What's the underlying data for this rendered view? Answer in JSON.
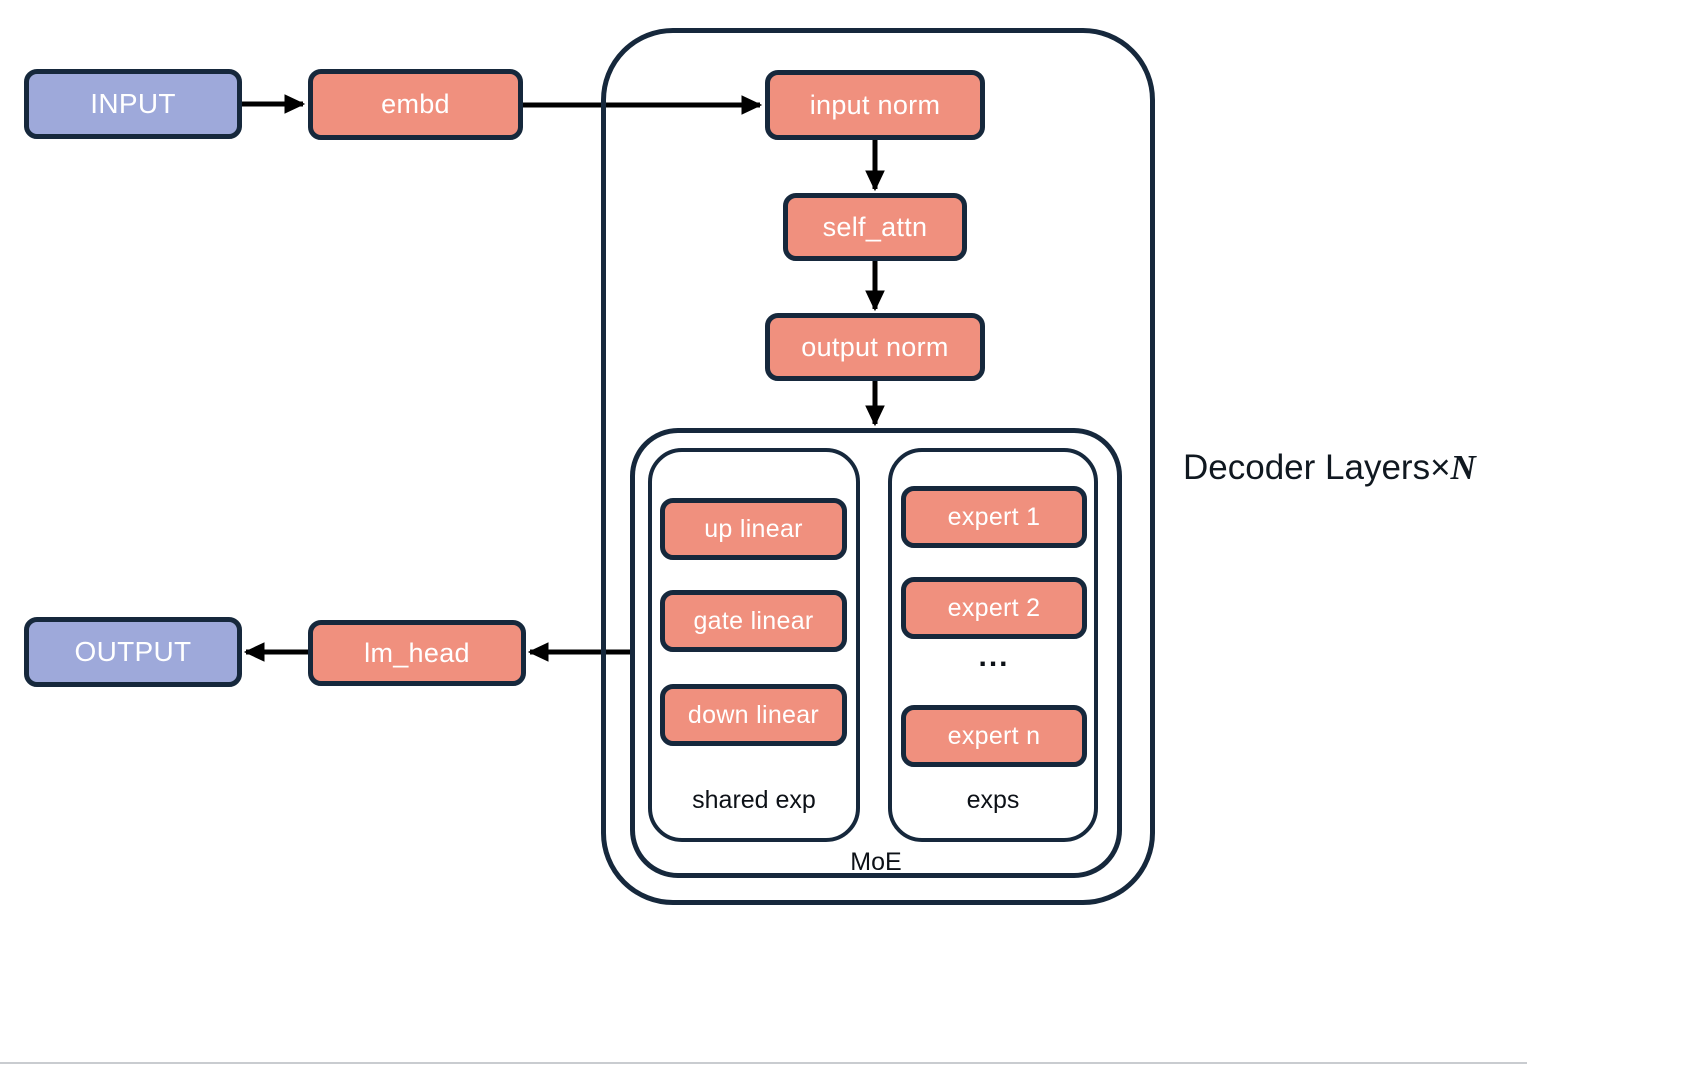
{
  "diagram": {
    "io": {
      "input": "INPUT",
      "output": "OUTPUT"
    },
    "outer_nodes": {
      "embd": "embd",
      "lm_head": "lm_head"
    },
    "decoder": {
      "caption_prefix": "Decoder Layers",
      "caption_times": "×",
      "caption_n": "N",
      "input_norm": "input norm",
      "self_attn": "self_attn",
      "output_norm": "output norm",
      "moe": {
        "caption": "MoE",
        "shared_exp": {
          "caption": "shared exp",
          "up": "up linear",
          "gate": "gate linear",
          "down": "down linear"
        },
        "experts": {
          "caption": "exps",
          "expert_1": "expert 1",
          "expert_2": "expert 2",
          "ellipsis": "...",
          "expert_n": "expert n"
        }
      }
    },
    "colors": {
      "node_fill": "#F0907E",
      "io_fill": "#9EA9DA",
      "outline": "#16283C",
      "arrow": "#000000",
      "background": "#FFFFFF"
    }
  }
}
